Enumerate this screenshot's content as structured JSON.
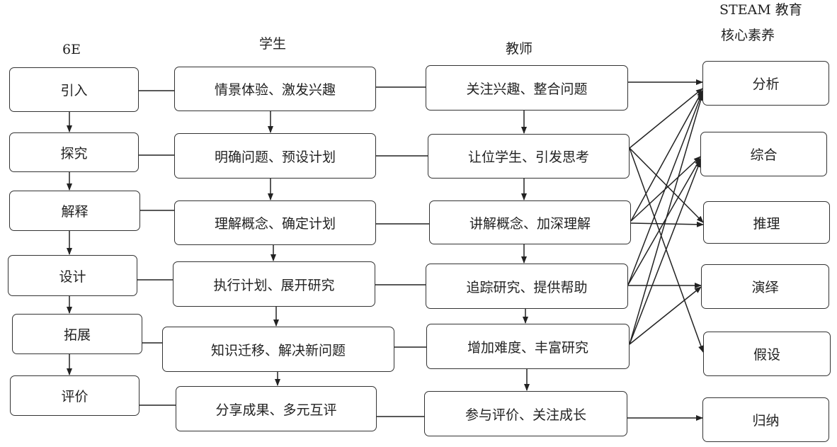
{
  "headers": {
    "sixE": "6E",
    "student": "学生",
    "teacher": "教师",
    "steam_line1": "STEAM 教育",
    "steam_line2": "核心素养"
  },
  "sixE": [
    "引入",
    "探究",
    "解释",
    "设计",
    "拓展",
    "评价"
  ],
  "student": [
    "情景体验、激发兴趣",
    "明确问题、预设计划",
    "理解概念、确定计划",
    "执行计划、展开研究",
    "知识迁移、解决新问题",
    "分享成果、多元互评"
  ],
  "teacher": [
    "关注兴趣、整合问题",
    "让位学生、引发思考",
    "讲解概念、加深理解",
    "追踪研究、提供帮助",
    "增加难度、丰富研究",
    "参与评价、关注成长"
  ],
  "steam": [
    "分析",
    "综合",
    "推理",
    "演绎",
    "假设",
    "归纳"
  ]
}
